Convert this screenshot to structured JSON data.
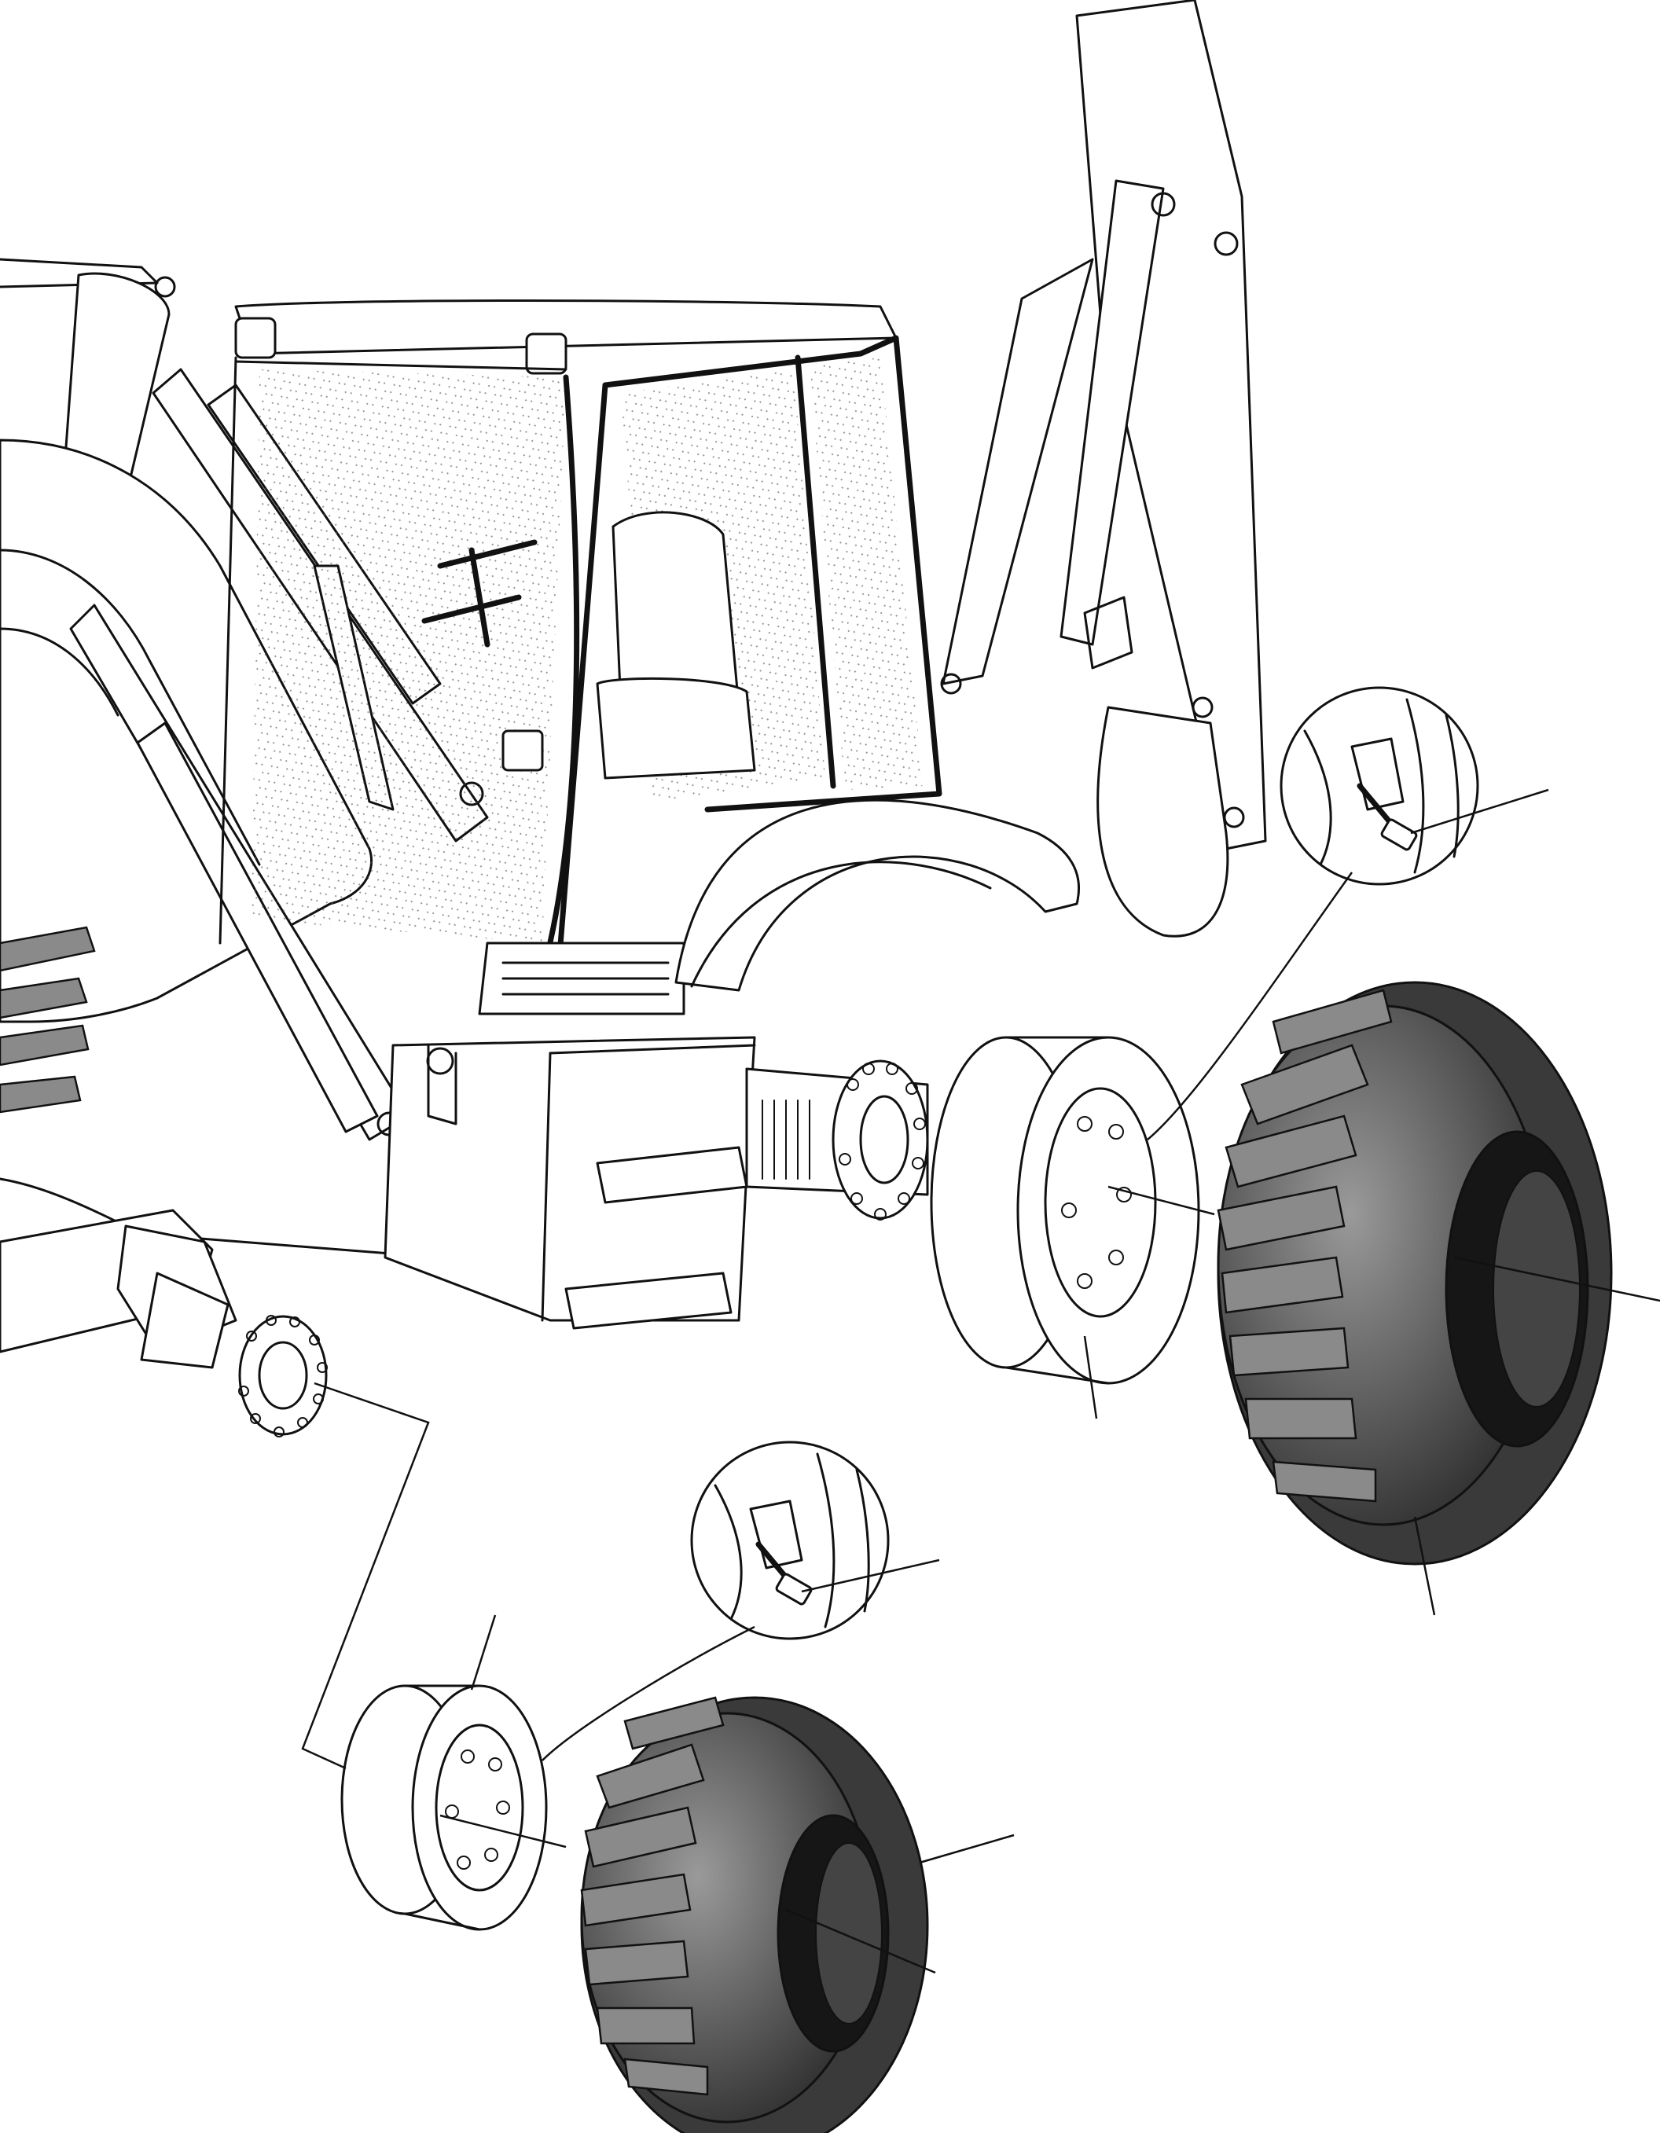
{
  "figure": {
    "subject": "backhoe-loader-wheel-exploded-view"
  },
  "colors": {
    "ink": "#111111",
    "tire_dark": "#3a3a3a",
    "tire_mid": "#8a8a8a",
    "paper": "#ffffff"
  },
  "parts": {
    "callouts": [
      "rear-valve-stem",
      "rear-rim",
      "rear-wheel",
      "rear-tire",
      "front-hub",
      "front-rim",
      "front-valve-stem",
      "front-wheel",
      "front-tire-tread",
      "front-tire"
    ]
  }
}
